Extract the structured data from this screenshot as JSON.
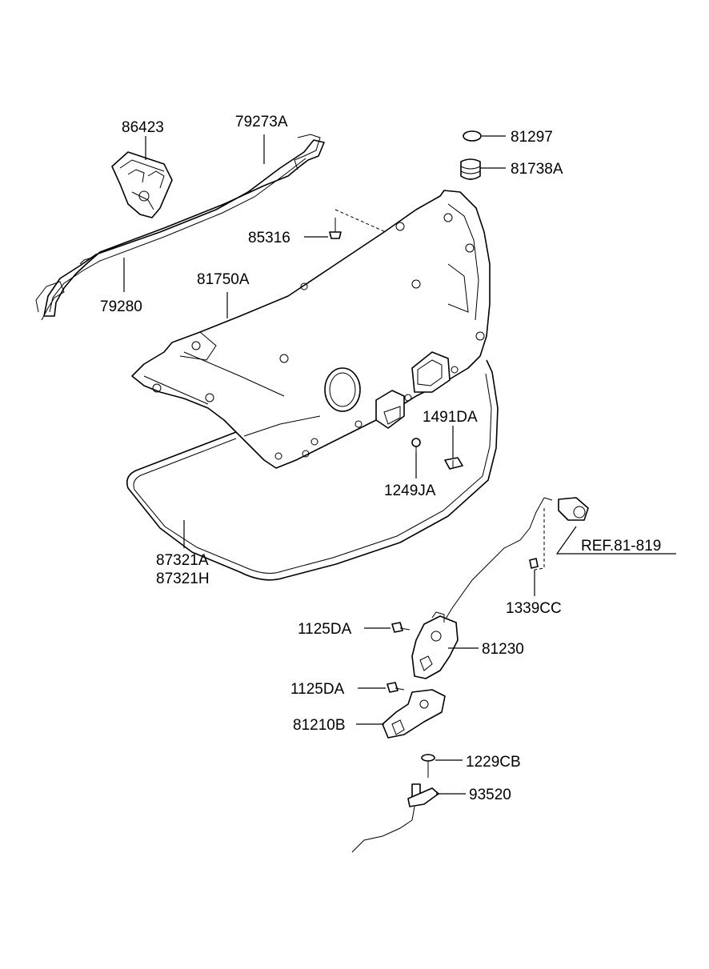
{
  "labels": {
    "p86423": "86423",
    "p79273A": "79273A",
    "p81297": "81297",
    "p81738A": "81738A",
    "p85316": "85316",
    "p81750A": "81750A",
    "p79280": "79280",
    "p1491DA": "1491DA",
    "p1249JA": "1249JA",
    "p87321A": "87321A",
    "p87321H": "87321H",
    "pREF": "REF.81-819",
    "p1339CC": "1339CC",
    "p1125DA_a": "1125DA",
    "p81230": "81230",
    "p1125DA_b": "1125DA",
    "p81210B": "81210B",
    "p1229CB": "1229CB",
    "p93520": "93520"
  }
}
